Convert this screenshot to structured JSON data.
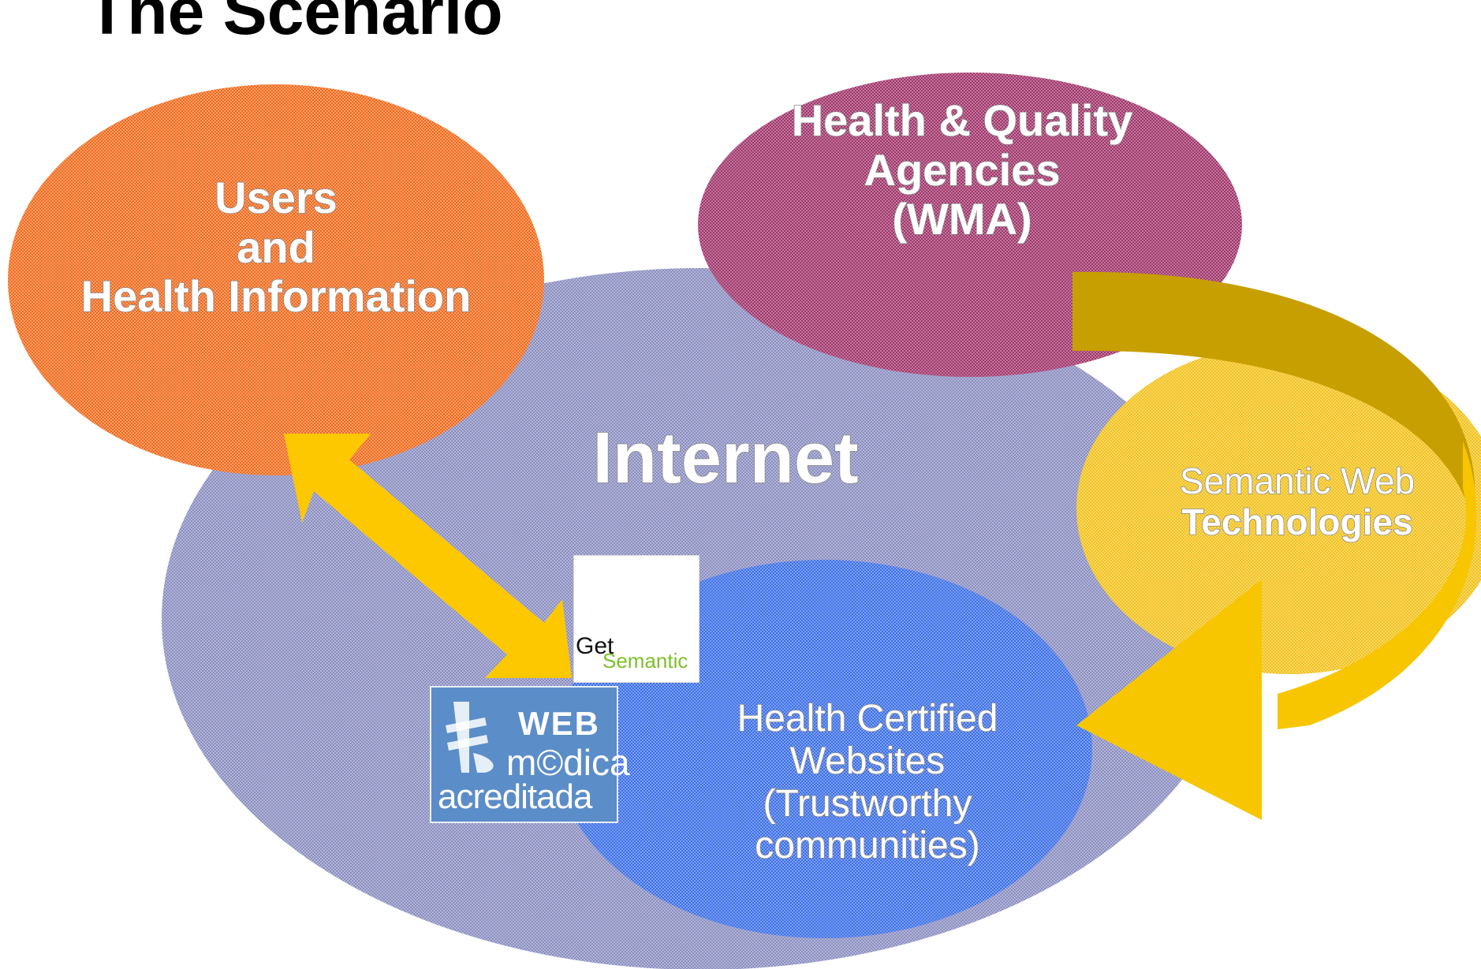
{
  "title": "The Scenario",
  "nodes": {
    "internet": {
      "label": "Internet",
      "color": "#8a8ec0"
    },
    "users": {
      "lines": [
        "Users",
        "and",
        "Health Information"
      ],
      "color": "#f26a1b"
    },
    "agencies": {
      "lines": [
        "Health & Quality",
        "Agencies",
        "(WMA)"
      ],
      "color": "#a0346a"
    },
    "semantic_web": {
      "lines": [
        "Semantic Web",
        "Technologies"
      ],
      "color": "#f2c21a"
    },
    "websites": {
      "lines": [
        "Health Certified",
        "Websites",
        "(Trustworthy",
        "communities)"
      ],
      "color": "#3a6ee8"
    }
  },
  "arrows": {
    "users_websites": {
      "color": "#fdc800",
      "bidirectional": true
    },
    "agencies_websites": {
      "color": "#f7c600",
      "shade_color": "#c79f00"
    }
  },
  "logos": {
    "getsemantic": {
      "word1": "Get",
      "word2": "Semantic",
      "icon": "molecule-icon"
    },
    "wma": {
      "line1": "WEB",
      "line2": "m©dica",
      "line3": "acreditada",
      "icon": "caduceus-icon"
    }
  }
}
